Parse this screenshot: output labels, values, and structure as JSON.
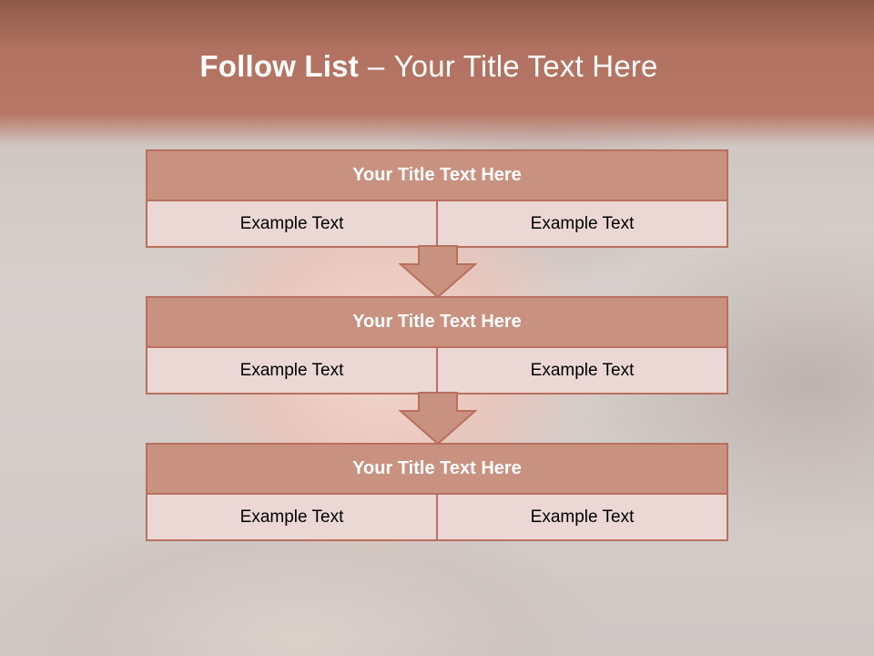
{
  "slide": {
    "title_bold": "Follow List",
    "title_dash": "–",
    "title_rest": "Your Title Text Here"
  },
  "blocks": [
    {
      "title": "Your Title Text Here",
      "left": "Example Text",
      "right": "Example Text"
    },
    {
      "title": "Your Title Text Here",
      "left": "Example Text",
      "right": "Example Text"
    },
    {
      "title": "Your Title Text Here",
      "left": "Example Text",
      "right": "Example Text"
    }
  ],
  "colors": {
    "header_fill": "#c99180",
    "row_fill": "#ebd8d5",
    "border": "#b8705e",
    "arrow_fill": "#c99180"
  }
}
